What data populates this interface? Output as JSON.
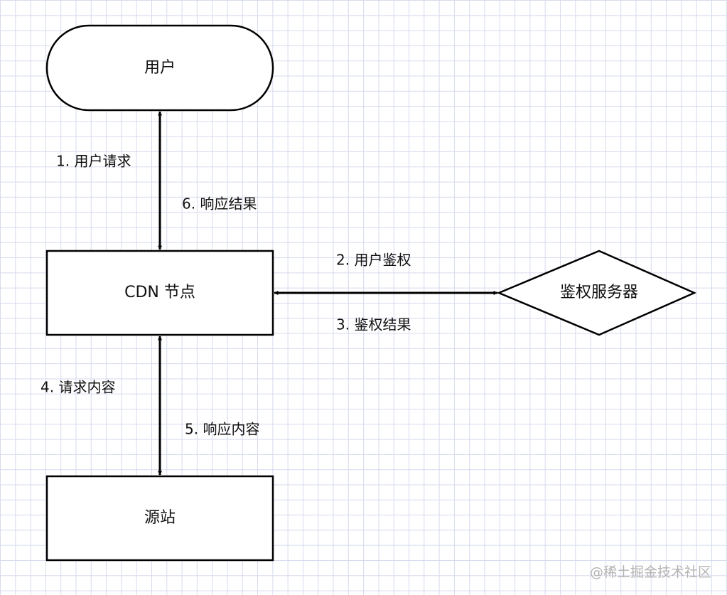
{
  "nodes": {
    "user": "用户",
    "cdn": "CDN 节点",
    "auth_server": "鉴权服务器",
    "origin": "源站"
  },
  "edges": {
    "user_request": "1. 用户请求",
    "user_auth": "2. 用户鉴权",
    "auth_result": "3. 鉴权结果",
    "request_content": "4. 请求内容",
    "response_content": "5. 响应内容",
    "response_result": "6. 响应结果"
  },
  "watermark": "@稀土掘金技术社区",
  "colors": {
    "stroke": "#000000",
    "grid": "#d6daee",
    "text": "#111111",
    "watermark": "#b3b3b3"
  }
}
